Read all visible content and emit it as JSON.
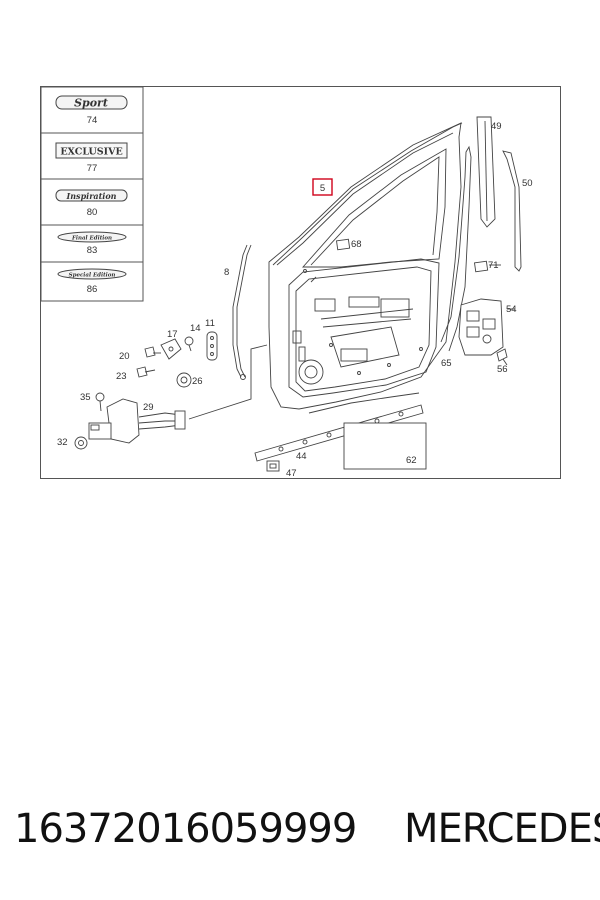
{
  "badges": [
    {
      "emblem": "Sport",
      "number": "74"
    },
    {
      "emblem": "EXCLUSIVE",
      "number": "77"
    },
    {
      "emblem": "Inspiration",
      "number": "80"
    },
    {
      "emblem": "Final Edition",
      "number": "83"
    },
    {
      "emblem": "Special Edition",
      "number": "86"
    }
  ],
  "callouts": {
    "c5": "5",
    "c8": "8",
    "c11": "11",
    "c14": "14",
    "c17": "17",
    "c20": "20",
    "c23": "23",
    "c26": "26",
    "c29": "29",
    "c32": "32",
    "c35": "35",
    "c44": "44",
    "c47": "47",
    "c49": "49",
    "c50": "50",
    "c54": "54",
    "c56": "56",
    "c62": "62",
    "c65": "65",
    "c68": "68",
    "c71": "71"
  },
  "highlight_color": "#d0021b",
  "caption": {
    "part_number": "16372016059999",
    "brand": "MERCEDES"
  }
}
